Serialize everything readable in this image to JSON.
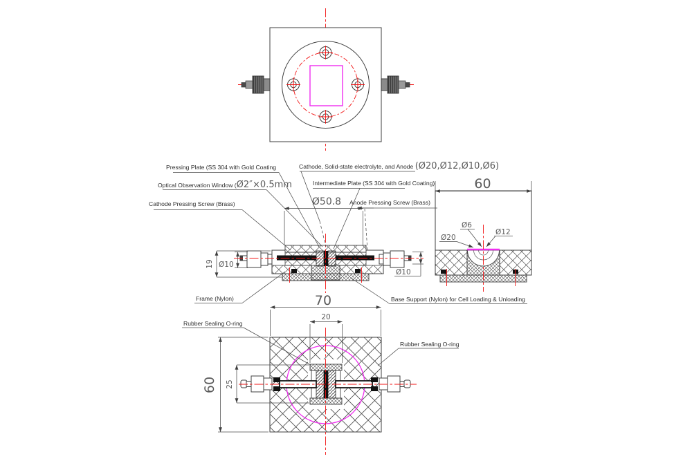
{
  "drawing": {
    "labels": {
      "pressing_plate": "Pressing Plate (SS 304 with Gold Coating",
      "optical_window_prefix": "Optical Observation Window (",
      "optical_window_dims": "Ø2″×0.5mm",
      "cathode_screw": "Cathode Pressing Screw (Brass)",
      "cell_stack_prefix": "Cathode, Solid-state electrolyte, and Anode ",
      "cell_stack_dims": "(Ø20,Ø12,Ø10,Ø6)",
      "intermediate_plate": "Intermediate Plate (SS 304 with Gold Coating)",
      "anode_screw": "Anode Pressing Screw (Brass)",
      "frame": "Frame  (Nylon)",
      "base_support": "Base Support (Nylon) for Cell Loading & Unloading",
      "oring_left": "Rubber Sealing O-ring",
      "oring_right": "Rubber Sealing O-ring"
    },
    "dims": {
      "plate_diameter": "Ø50.8",
      "detail_width": "60",
      "section_height": "19",
      "screw_left": "Ø10",
      "screw_right": "Ø10",
      "frame_width": "70",
      "window_width": "20",
      "square_height": "60",
      "window_height": "25",
      "cavity_outer": "Ø20",
      "cavity_small": "Ø6",
      "cavity_mid": "Ø12"
    },
    "colors": {
      "line": "#3f3f3f",
      "centerline_red": "#f21515",
      "magenta": "#f02df0",
      "dim_text": "#5a5a5a",
      "screw_dark": "#5f5f5f"
    }
  }
}
